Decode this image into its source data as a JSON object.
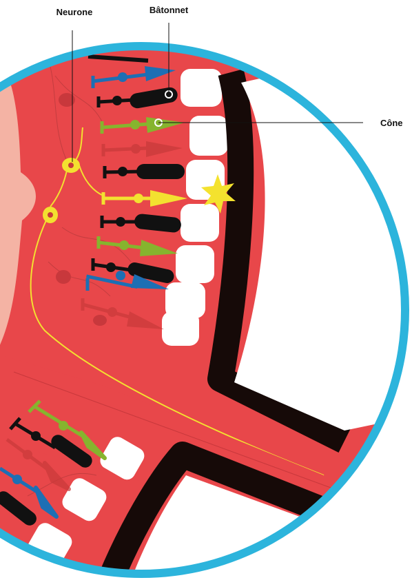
{
  "labels": {
    "neuron": "Neurone",
    "rod": "Bâtonnet",
    "cone": "Cône"
  },
  "colors": {
    "tissue": "#e8474a",
    "tissue_dark": "#c8383c",
    "ring": "#2cb4dc",
    "wall": "#160a08",
    "neuron": "#f3e130",
    "cone_green": "#86b42e",
    "cone_blue": "#1d6fb4",
    "cone_red": "#c93a3a",
    "rod": "#111111",
    "highlight": "#f4e22e",
    "pale_disc": "#f4b3a4"
  }
}
